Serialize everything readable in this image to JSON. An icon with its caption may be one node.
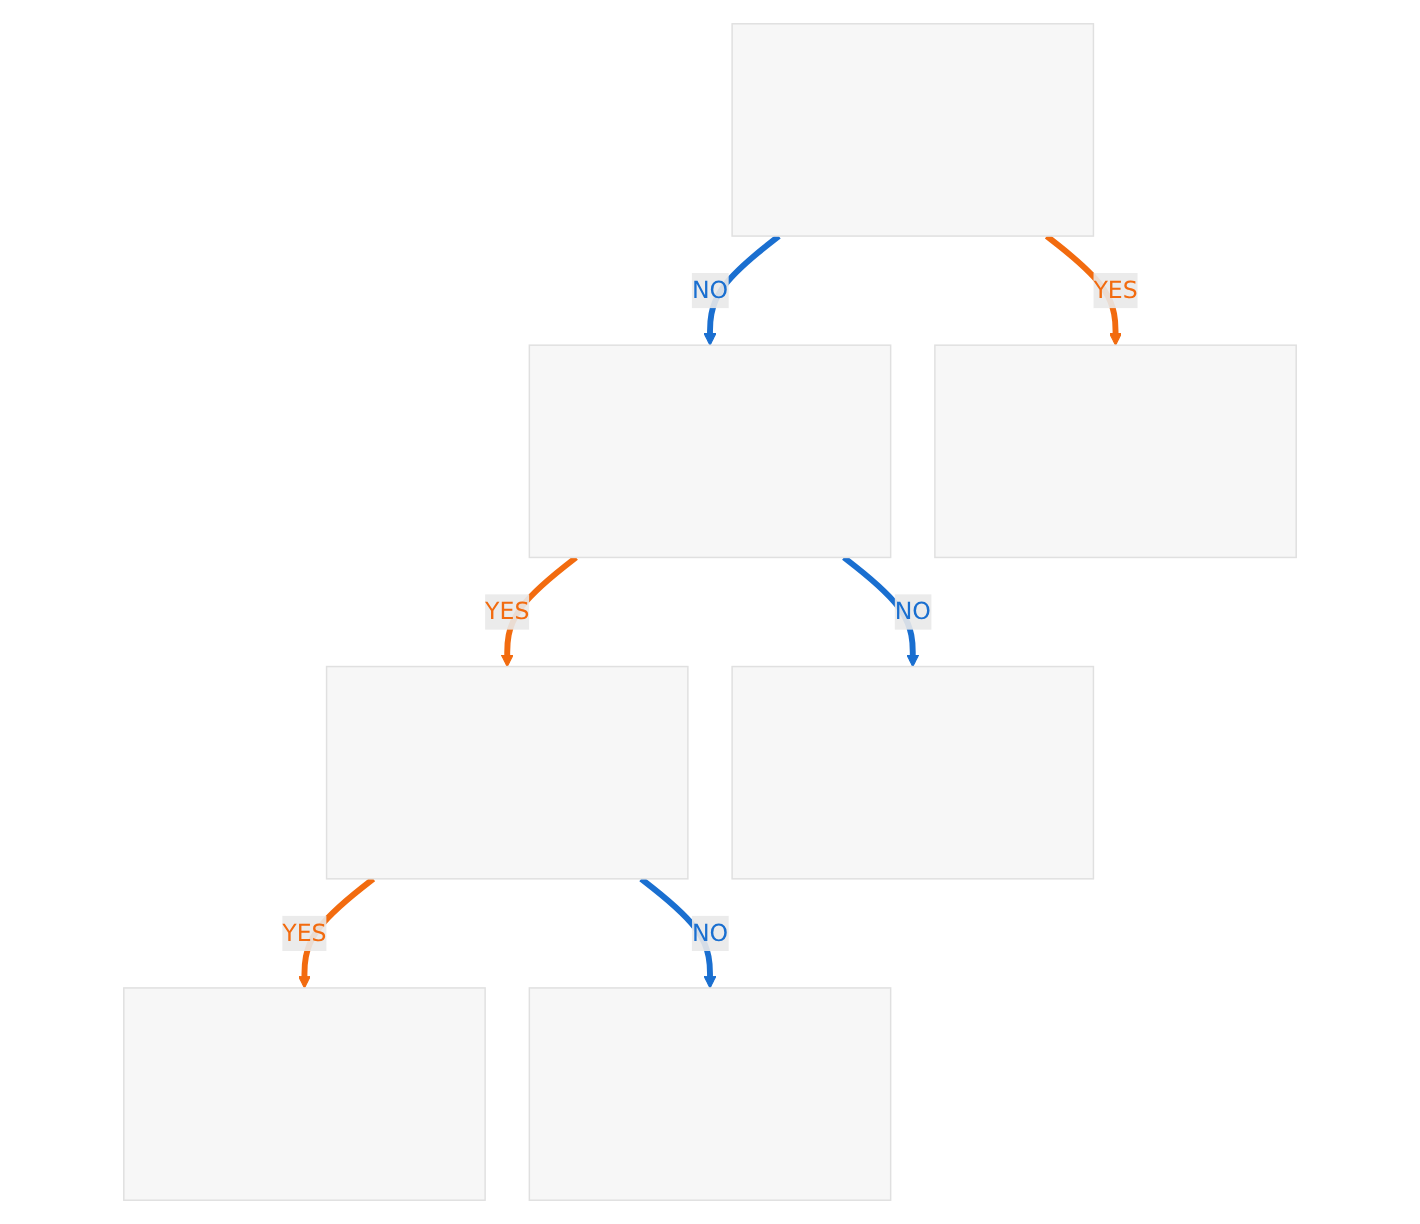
{
  "diagram": {
    "nodes": [
      {
        "text": [],
        "shape": "box"
      },
      {
        "text": [],
        "shape": "box"
      },
      {
        "text": [],
        "shape": "box"
      },
      {
        "text": [],
        "shape": "box"
      },
      {
        "text": [],
        "shape": "box"
      },
      {
        "text": [],
        "shape": "box"
      },
      {
        "text": [],
        "shape": "box"
      }
    ],
    "edges": [
      {
        "from": 0,
        "to": 3,
        "arrow": "to",
        "label": "YES",
        "color": "#f26b0f"
      },
      {
        "from": 0,
        "to": 1,
        "arrow": "to",
        "label": "NO",
        "color": "#1a6fd0"
      },
      {
        "from": 1,
        "to": 2,
        "arrow": "to",
        "label": "YES",
        "color": "#f26b0f"
      },
      {
        "from": 1,
        "to": 6,
        "arrow": "to",
        "label": "NO",
        "color": "#1a6fd0"
      },
      {
        "from": 2,
        "to": 4,
        "arrow": "to",
        "label": "YES",
        "color": "#f26b0f"
      },
      {
        "from": 2,
        "to": 5,
        "arrow": "to",
        "label": "NO",
        "color": "#1a6fd0"
      }
    ]
  }
}
